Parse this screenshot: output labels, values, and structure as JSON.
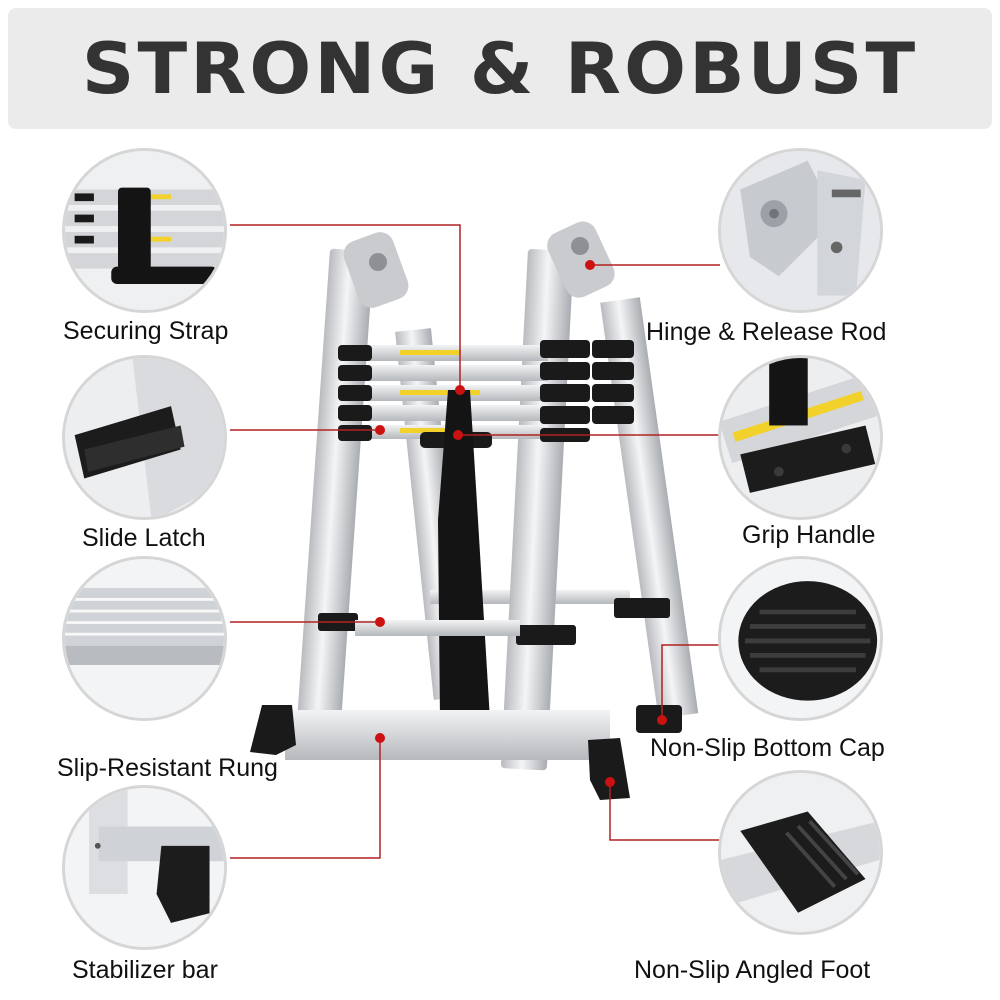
{
  "title": "STRONG & ROBUST",
  "labels": {
    "securing_strap": "Securing Strap",
    "slide_latch": "Slide Latch",
    "slip_resistant_rung": "Slip-Resistant Rung",
    "stabilizer_bar": "Stabilizer bar",
    "hinge_release_rod": "Hinge & Release Rod",
    "grip_handle": "Grip Handle",
    "non_slip_bottom_cap": "Non-Slip Bottom Cap",
    "non_slip_angled_foot": "Non-Slip Angled Foot"
  },
  "colors": {
    "banner_bg": "#ebebeb",
    "title_text": "#333333",
    "leader_line": "#b22222",
    "marker_dot": "#cc1111",
    "ladder_aluminium": "#d9dadc",
    "ladder_black": "#1a1a1a",
    "stripe_yellow": "#f2d22a"
  }
}
